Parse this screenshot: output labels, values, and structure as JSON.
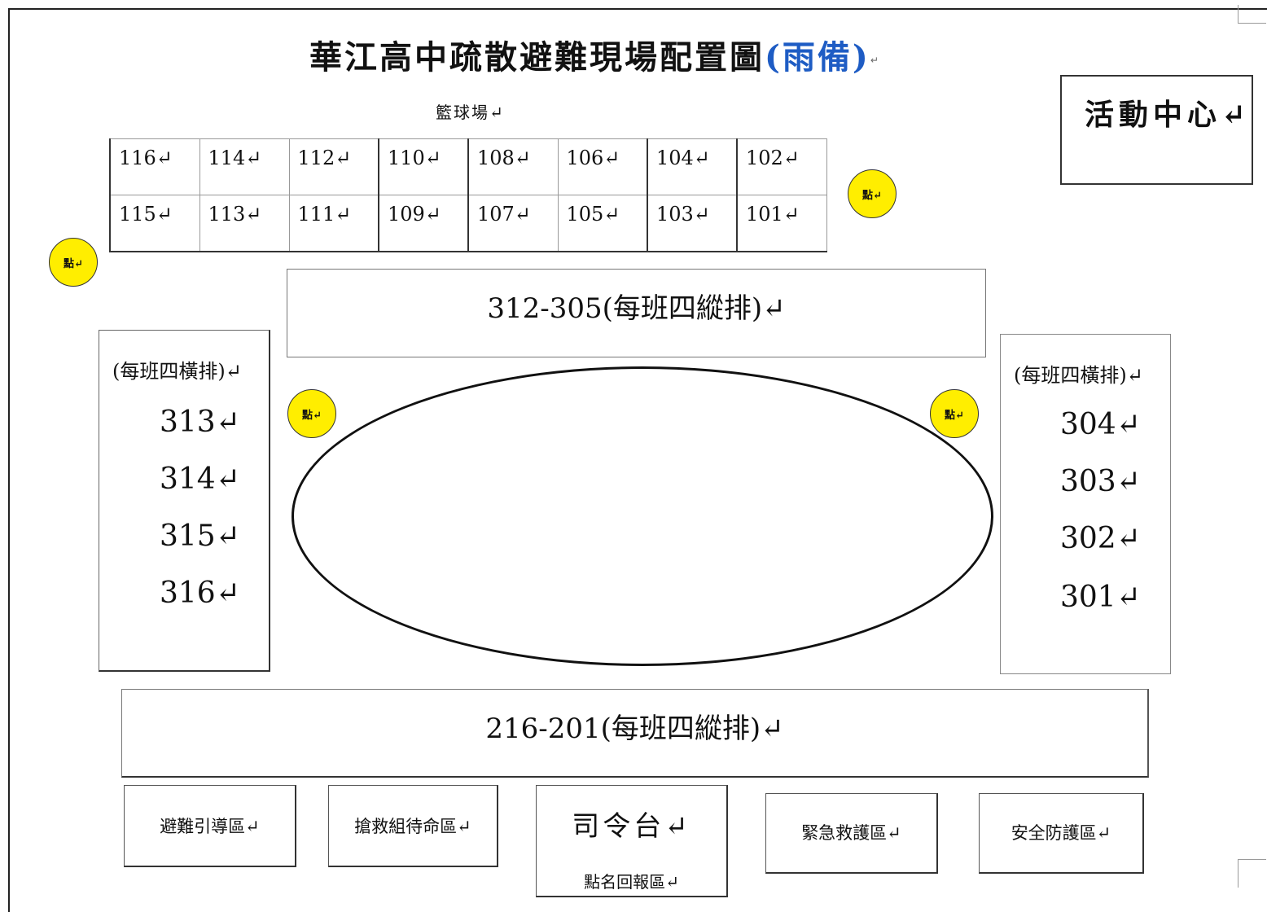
{
  "title": {
    "main": "華江高中疏散避難現場配置圖",
    "paren": "(雨備)",
    "mark": "↵"
  },
  "basketball_court": "籃球場↵",
  "activity_center": "活動中心↵",
  "classrooms": {
    "top_row": [
      "116↵",
      "114↵",
      "112↵",
      "110↵",
      "108↵",
      "106↵",
      "104↵",
      "102↵"
    ],
    "bottom_row": [
      "115↵",
      "113↵",
      "111↵",
      "109↵",
      "107↵",
      "105↵",
      "103↵",
      "101↵"
    ]
  },
  "roll_call_point_label": "點↵",
  "rows": {
    "grade3_top": "312-305(每班四縱排)↵",
    "grade2_bottom": "216-201(每班四縱排)↵"
  },
  "left_side": {
    "note": "(每班四橫排)↵",
    "classes": [
      "313↵",
      "314↵",
      "315↵",
      "316↵"
    ]
  },
  "right_side": {
    "note": "(每班四橫排)↵",
    "classes": [
      "304↵",
      "303↵",
      "302↵",
      "301↵"
    ]
  },
  "bottom_areas": {
    "evacuation_guide": "避難引導區↵",
    "rescue_standby": "搶救組待命區↵",
    "rostrum": "司令台↵",
    "roll_call_report": "點名回報區↵",
    "emergency_rescue": "緊急救護區↵",
    "safety_protection": "安全防護區↵"
  },
  "colors": {
    "point_fill": "#ffee00",
    "title_accent": "#1e5cc4"
  }
}
